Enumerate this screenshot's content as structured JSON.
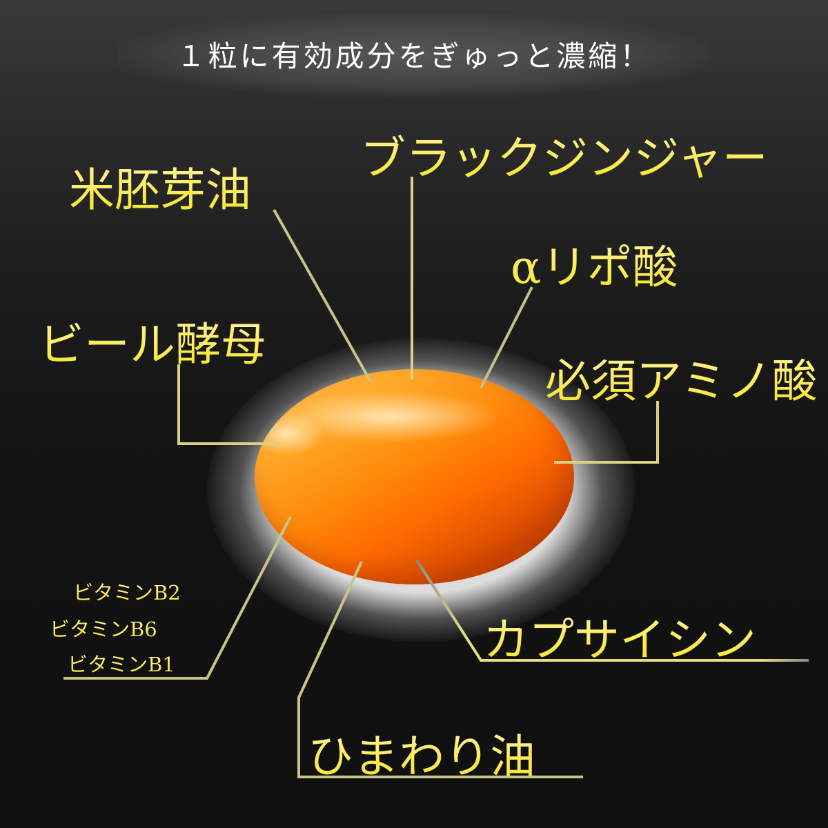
{
  "headline": "１粒に有効成分をぎゅっと濃縮！",
  "capsule": {
    "description": "orange soft capsule",
    "colors": {
      "highlight": "#ffc064",
      "mid": "#ff8a0a",
      "shadow": "#bf3f00"
    }
  },
  "ingredients": [
    {
      "id": "rice-germ-oil",
      "label": "米胚芽油"
    },
    {
      "id": "black-ginger",
      "label": "ブラックジンジャー"
    },
    {
      "id": "alpha-lipoic-acid",
      "label": "αリポ酸"
    },
    {
      "id": "brewers-yeast",
      "label": "ビール酵母"
    },
    {
      "id": "essential-amino-acids",
      "label": "必須アミノ酸"
    },
    {
      "id": "capsaicin",
      "label": "カプサイシン"
    },
    {
      "id": "sunflower-oil",
      "label": "ひまわり油"
    }
  ],
  "vitamins": [
    {
      "label": "ビタミンB2"
    },
    {
      "label": "ビタミンB6"
    },
    {
      "label": "ビタミンB1"
    }
  ],
  "colors": {
    "label_text": "#f5e51c",
    "leader_line": "#e0dc80",
    "background": "#121212",
    "headline_text": "#ffffff"
  }
}
